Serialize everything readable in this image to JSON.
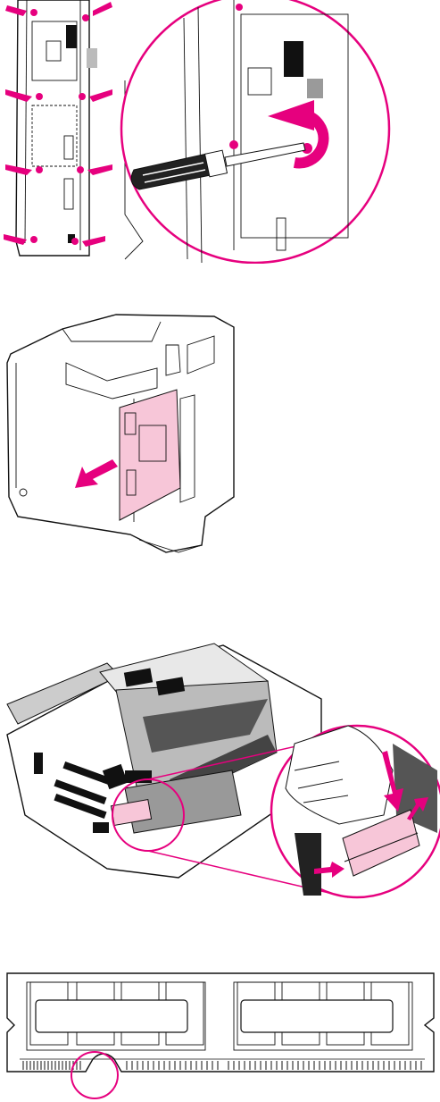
{
  "figures": [
    {
      "id": "figure-1",
      "description_icon": "formatter-screws-removal"
    },
    {
      "id": "figure-2",
      "description_icon": "formatter-board-removal"
    },
    {
      "id": "figure-3",
      "description_icon": "dimm-installation"
    },
    {
      "id": "figure-4",
      "description_icon": "dimm-module"
    }
  ],
  "colors": {
    "accent": "#e6007e",
    "board": "#f7c6d8",
    "line": "#111111"
  }
}
